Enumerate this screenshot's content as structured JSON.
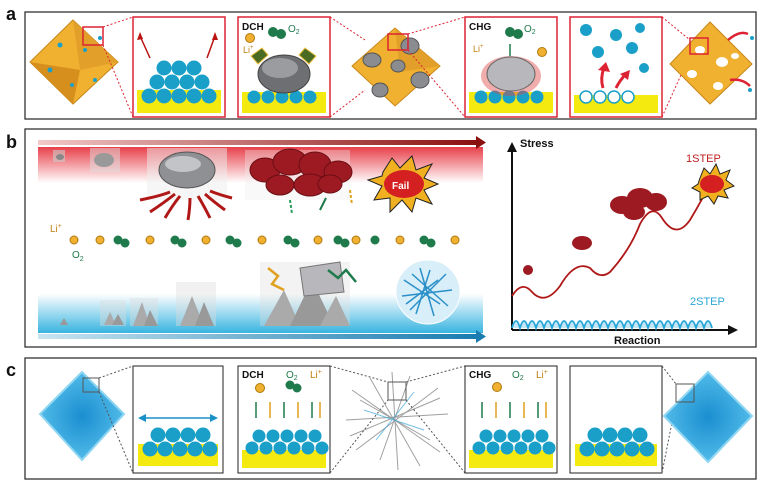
{
  "panels": {
    "a": {
      "letter": "a",
      "dch": "DCH",
      "chg": "CHG",
      "o2": "O",
      "o2_sub": "2",
      "li": "Li",
      "li_sup": "+"
    },
    "b": {
      "letter": "b",
      "fail": "Fail",
      "li": "Li",
      "li_sup": "+",
      "o2": "O",
      "o2_sub": "2",
      "y_axis": "Stress",
      "x_axis": "Reaction",
      "series_1": "1STEP",
      "series_2": "2STEP"
    },
    "c": {
      "letter": "c",
      "dch": "DCH",
      "chg": "CHG",
      "o2": "O",
      "o2_sub": "2",
      "li": "Li",
      "li_sup": "+"
    }
  },
  "colors": {
    "gold": "#f0b030",
    "teal": "#1aa0c8",
    "yellow": "#f5ea10",
    "darkred": "#9e1a22",
    "green": "#1f7a4c",
    "blue": "#2aa6d6"
  }
}
